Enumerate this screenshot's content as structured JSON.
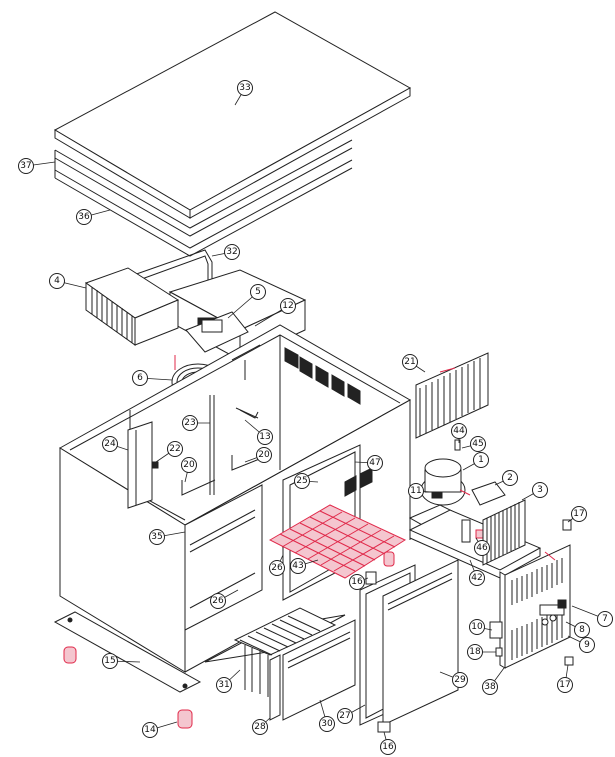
{
  "diagram": {
    "callouts": [
      {
        "id": "c33",
        "label": "33"
      },
      {
        "id": "c37",
        "label": "37"
      },
      {
        "id": "c36",
        "label": "36"
      },
      {
        "id": "c32",
        "label": "32"
      },
      {
        "id": "c4",
        "label": "4"
      },
      {
        "id": "c5",
        "label": "5"
      },
      {
        "id": "c12",
        "label": "12"
      },
      {
        "id": "c6",
        "label": "6"
      },
      {
        "id": "c21",
        "label": "21"
      },
      {
        "id": "c13",
        "label": "13"
      },
      {
        "id": "c23",
        "label": "23"
      },
      {
        "id": "c24",
        "label": "24"
      },
      {
        "id": "c22",
        "label": "22"
      },
      {
        "id": "c20a",
        "label": "20"
      },
      {
        "id": "c20b",
        "label": "20"
      },
      {
        "id": "c25",
        "label": "25"
      },
      {
        "id": "c47",
        "label": "47"
      },
      {
        "id": "c44",
        "label": "44"
      },
      {
        "id": "c45",
        "label": "45"
      },
      {
        "id": "c1",
        "label": "1"
      },
      {
        "id": "c2",
        "label": "2"
      },
      {
        "id": "c3",
        "label": "3"
      },
      {
        "id": "c11",
        "label": "11"
      },
      {
        "id": "c46",
        "label": "46"
      },
      {
        "id": "c42",
        "label": "42"
      },
      {
        "id": "c17a",
        "label": "17"
      },
      {
        "id": "c35",
        "label": "35"
      },
      {
        "id": "c43",
        "label": "43"
      },
      {
        "id": "c26a",
        "label": "26"
      },
      {
        "id": "c16a",
        "label": "16"
      },
      {
        "id": "c26b",
        "label": "26"
      },
      {
        "id": "c7",
        "label": "7"
      },
      {
        "id": "c8",
        "label": "8"
      },
      {
        "id": "c9",
        "label": "9"
      },
      {
        "id": "c10",
        "label": "10"
      },
      {
        "id": "c18",
        "label": "18"
      },
      {
        "id": "c17b",
        "label": "17"
      },
      {
        "id": "c15",
        "label": "15"
      },
      {
        "id": "c31",
        "label": "31"
      },
      {
        "id": "c14",
        "label": "14"
      },
      {
        "id": "c28",
        "label": "28"
      },
      {
        "id": "c30",
        "label": "30"
      },
      {
        "id": "c27",
        "label": "27"
      },
      {
        "id": "c29",
        "label": "29"
      },
      {
        "id": "c38",
        "label": "38"
      },
      {
        "id": "c16b",
        "label": "16"
      }
    ]
  }
}
